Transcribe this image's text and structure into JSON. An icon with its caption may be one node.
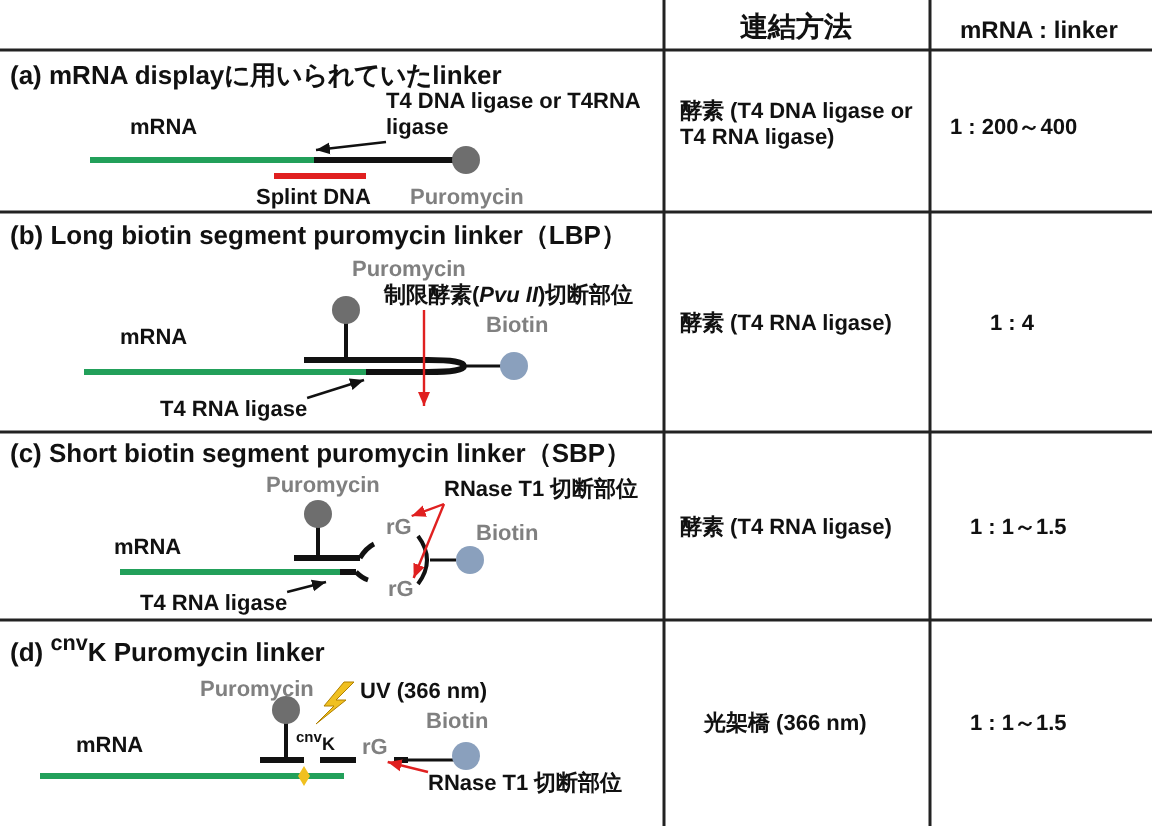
{
  "diagram": {
    "nodes": [
      {
        "text": [
          "T4 DNA ligase or T4RNA ligase"
        ]
      },
      {
        "text": [
          "制限酵素(*Pvu II*)切断部位"
        ]
      },
      {
        "text": [
          "T4 RNA ligase"
        ]
      },
      {
        "text": [
          "RNase T1 切断部位"
        ]
      },
      {
        "text": [
          "rG"
        ]
      },
      {
        "text": [
          "rG"
        ]
      },
      {
        "text": [
          "T4 RNA ligase"
        ]
      },
      {
        "text": [
          "rG"
        ]
      },
      {
        "text": [
          "RNase T1 切断部位"
        ]
      }
    ],
    "edges": [
      {
        "from": 0,
        "to": null,
        "arrow": "to",
        "color": "#111111"
      },
      {
        "from": 1,
        "to": null,
        "arrow": "to",
        "color": "#e02020"
      },
      {
        "from": 2,
        "to": null,
        "arrow": "to",
        "color": "#111111"
      },
      {
        "from": 3,
        "to": 4,
        "arrow": "to",
        "color": "#e02020"
      },
      {
        "from": 3,
        "to": 5,
        "arrow": "to",
        "color": "#e02020"
      },
      {
        "from": 6,
        "to": null,
        "arrow": "to",
        "color": "#111111"
      },
      {
        "from": 8,
        "to": 7,
        "arrow": "to",
        "color": "#e02020"
      }
    ],
    "labels": [
      "連結方法",
      "mRNA : linker",
      "(a) mRNA displayに用いられていたlinker",
      "mRNA",
      "Splint DNA",
      "Puromycin",
      "酵素 (T4 DNA ligase or T4 RNA ligase)",
      "1 : 200～400",
      "(b) Long biotin segment puromycin linker（LBP）",
      "Puromycin",
      "mRNA",
      "Biotin",
      "酵素 (T4 RNA ligase)",
      "1 : 4",
      "(c) Short biotin segment puromycin linker（SBP）",
      "Puromycin",
      "mRNA",
      "Biotin",
      "酵素 (T4 RNA ligase)",
      "1 : 1～1.5",
      "(d) $^{cnv}$K Puromycin linker",
      "Puromycin",
      "UV (366 nm)",
      "mRNA",
      "$^{cnv}$K",
      "Biotin",
      "光架橋 (366 nm)",
      "1 : 1～1.5"
    ]
  }
}
